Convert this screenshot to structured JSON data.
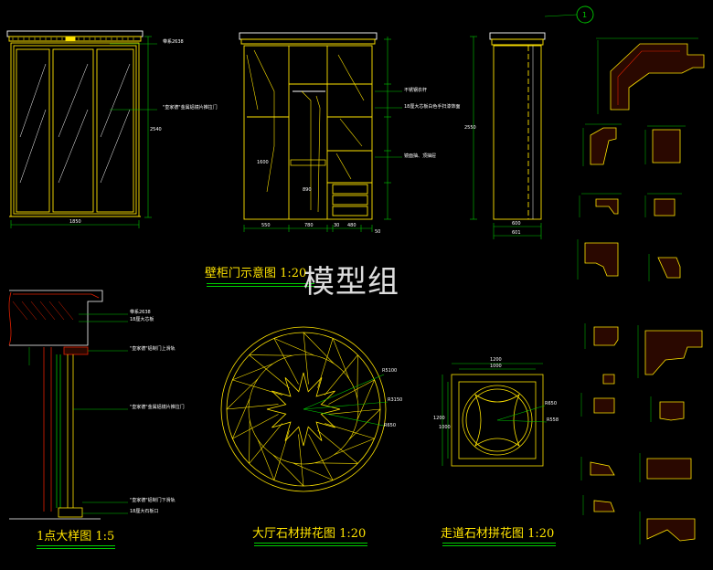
{
  "titles": {
    "wardrobe": "壁柜门示意图 1:20",
    "detail": "1点大样图 1:5",
    "hall": "大厅石材拼花图 1:20",
    "corridor": "走道石材拼花图 1:20"
  },
  "watermark": "模型组",
  "callouts": {
    "front_top": "带系2638",
    "front_door": "\"皇家德\"金属铝镜片推拉门",
    "section_1": "不锈钢衣杆",
    "section_2": "18厘大芯板白色手扫漆饰面",
    "section_3": "镜面抽、顶抽屉",
    "detail_1": "带系2638",
    "detail_2": "18厘大芯板",
    "detail_3": "\"皇家德\"铝制门上滑轨",
    "detail_4": "\"皇家德\"金属铝镜片推拉门",
    "detail_5": "\"皇家德\"铝制门下滑轨",
    "detail_6": "18厘大石板口"
  },
  "dimensions": {
    "front_width": "1850",
    "front_height": "2540",
    "sec_a": "550",
    "sec_b": "780",
    "sec_c": "30",
    "sec_d": "480",
    "sec_e": "50",
    "sec_f": "1600",
    "sec_g": "890",
    "side_width": "600",
    "side_total": "601",
    "side_height": "2550",
    "corr_w1": "1200",
    "corr_w2": "1000",
    "corr_h1": "1200",
    "corr_h2": "1000",
    "hall_r1": "R5100",
    "hall_r2": "R3150",
    "hall_r3": "R650",
    "corr_r1": "R650",
    "corr_r2": "R558"
  },
  "colors": {
    "background": "#000000",
    "drawing_yellow": "#ffe400",
    "title_underline": "#00d000",
    "dim_green": "#00c800",
    "hatch_red": "#e02000",
    "text_white": "#ffffff"
  }
}
